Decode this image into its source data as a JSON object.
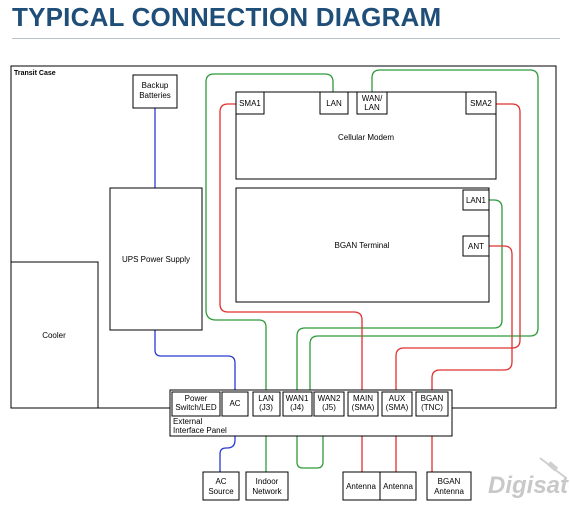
{
  "title": "TYPICAL CONNECTION DIAGRAM",
  "case_label": "Transit Case",
  "nodes": {
    "backup_batteries": [
      "Backup",
      "Batteries"
    ],
    "ups_power_supply": "UPS Power Supply",
    "cooler": "Cooler",
    "cellular_modem": "Cellular Modem",
    "bgan_terminal": "BGAN Terminal",
    "interface_panel": [
      "External",
      "Interface Panel"
    ],
    "ac_source": [
      "AC",
      "Source"
    ],
    "indoor_network": [
      "Indoor",
      "Network"
    ],
    "antenna_main": "Antenna",
    "antenna_aux": "Antenna",
    "bgan_antenna": [
      "BGAN",
      "Antenna"
    ]
  },
  "modem_ports": {
    "sma1": "SMA1",
    "lan": "LAN",
    "wan_lan": [
      "WAN/",
      "LAN"
    ],
    "sma2": "SMA2"
  },
  "bgan_ports": {
    "lan1": "LAN1",
    "ant": "ANT"
  },
  "panel_ports": {
    "power": [
      "Power",
      "Switch/LED"
    ],
    "ac": "AC",
    "lan": [
      "LAN",
      "(J3)"
    ],
    "wan1": [
      "WAN1",
      "(J4)"
    ],
    "wan2": [
      "WAN2",
      "(J5)"
    ],
    "main": [
      "MAIN",
      "(SMA)"
    ],
    "aux": [
      "AUX",
      "(SMA)"
    ],
    "bgan": [
      "BGAN",
      "(TNC)"
    ]
  },
  "wire_colors": {
    "ethernet": "#2e9a3a",
    "rf": "#e03030",
    "power": "#2a3ad0"
  },
  "logo_text": "Digisat"
}
